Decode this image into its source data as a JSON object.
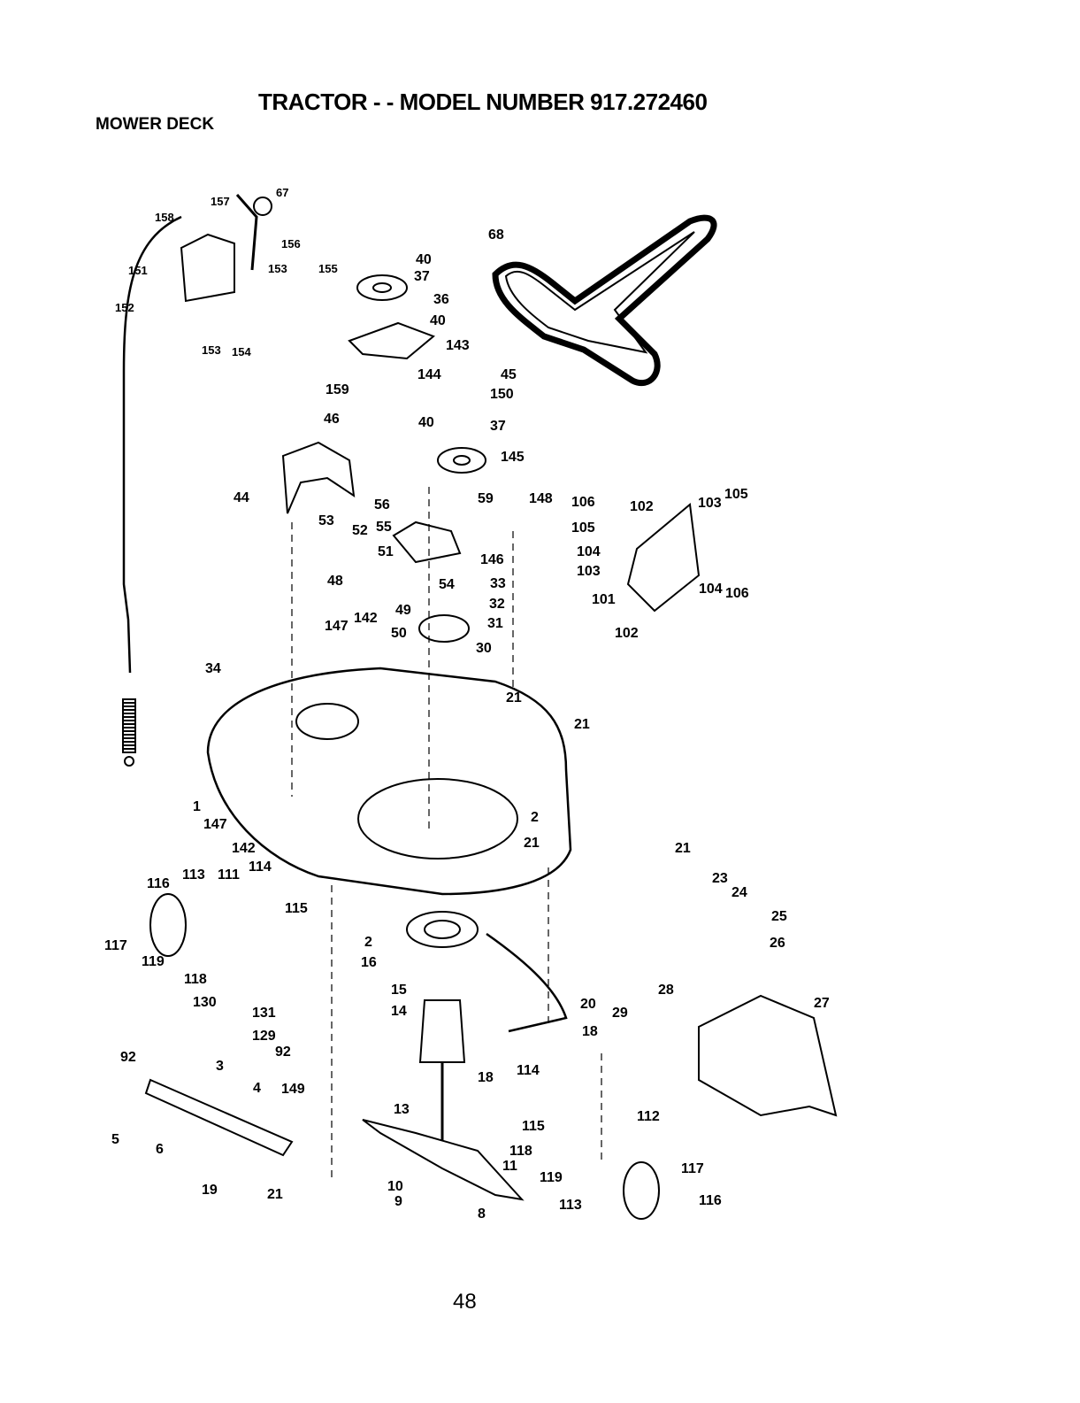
{
  "header": {
    "title": "TRACTOR - - MODEL NUMBER 917.272460",
    "section": "MOWER DECK"
  },
  "footer": {
    "page_number": "48"
  },
  "callouts": [
    {
      "id": "c67",
      "label": "67"
    },
    {
      "id": "c157",
      "label": "157"
    },
    {
      "id": "c158",
      "label": "158"
    },
    {
      "id": "c156",
      "label": "156"
    },
    {
      "id": "c151",
      "label": "151"
    },
    {
      "id": "c153a",
      "label": "153"
    },
    {
      "id": "c155",
      "label": "155"
    },
    {
      "id": "c152",
      "label": "152"
    },
    {
      "id": "c153b",
      "label": "153"
    },
    {
      "id": "c154",
      "label": "154"
    },
    {
      "id": "c40a",
      "label": "40"
    },
    {
      "id": "c37a",
      "label": "37"
    },
    {
      "id": "c36",
      "label": "36"
    },
    {
      "id": "c40b",
      "label": "40"
    },
    {
      "id": "c143",
      "label": "143"
    },
    {
      "id": "c144",
      "label": "144"
    },
    {
      "id": "c159",
      "label": "159"
    },
    {
      "id": "c45",
      "label": "45"
    },
    {
      "id": "c150",
      "label": "150"
    },
    {
      "id": "c40c",
      "label": "40"
    },
    {
      "id": "c37b",
      "label": "37"
    },
    {
      "id": "c145",
      "label": "145"
    },
    {
      "id": "c68",
      "label": "68"
    },
    {
      "id": "c46",
      "label": "46"
    },
    {
      "id": "c44",
      "label": "44"
    },
    {
      "id": "c56",
      "label": "56"
    },
    {
      "id": "c55",
      "label": "55"
    },
    {
      "id": "c59",
      "label": "59"
    },
    {
      "id": "c148",
      "label": "148"
    },
    {
      "id": "c53",
      "label": "53"
    },
    {
      "id": "c52",
      "label": "52"
    },
    {
      "id": "c51",
      "label": "51"
    },
    {
      "id": "c146",
      "label": "146"
    },
    {
      "id": "c48",
      "label": "48"
    },
    {
      "id": "c54",
      "label": "54"
    },
    {
      "id": "c33",
      "label": "33"
    },
    {
      "id": "c49",
      "label": "49"
    },
    {
      "id": "c32",
      "label": "32"
    },
    {
      "id": "c147a",
      "label": "147"
    },
    {
      "id": "c142a",
      "label": "142"
    },
    {
      "id": "c50",
      "label": "50"
    },
    {
      "id": "c31",
      "label": "31"
    },
    {
      "id": "c30",
      "label": "30"
    },
    {
      "id": "c34",
      "label": "34"
    },
    {
      "id": "c21a",
      "label": "21"
    },
    {
      "id": "c21b",
      "label": "21"
    },
    {
      "id": "c106a",
      "label": "106"
    },
    {
      "id": "c102a",
      "label": "102"
    },
    {
      "id": "c103a",
      "label": "103"
    },
    {
      "id": "c105a",
      "label": "105"
    },
    {
      "id": "c105b",
      "label": "105"
    },
    {
      "id": "c104a",
      "label": "104"
    },
    {
      "id": "c103b",
      "label": "103"
    },
    {
      "id": "c104b",
      "label": "104"
    },
    {
      "id": "c106b",
      "label": "106"
    },
    {
      "id": "c101",
      "label": "101"
    },
    {
      "id": "c102b",
      "label": "102"
    },
    {
      "id": "c1",
      "label": "1"
    },
    {
      "id": "c147b",
      "label": "147"
    },
    {
      "id": "c2a",
      "label": "2"
    },
    {
      "id": "c21c",
      "label": "21"
    },
    {
      "id": "c142b",
      "label": "142"
    },
    {
      "id": "c21d",
      "label": "21"
    },
    {
      "id": "c23",
      "label": "23"
    },
    {
      "id": "c24",
      "label": "24"
    },
    {
      "id": "c25",
      "label": "25"
    },
    {
      "id": "c26",
      "label": "26"
    },
    {
      "id": "c116a",
      "label": "116"
    },
    {
      "id": "c113a",
      "label": "113"
    },
    {
      "id": "c111",
      "label": "111"
    },
    {
      "id": "c114a",
      "label": "114"
    },
    {
      "id": "c115a",
      "label": "115"
    },
    {
      "id": "c2b",
      "label": "2"
    },
    {
      "id": "c117a",
      "label": "117"
    },
    {
      "id": "c119a",
      "label": "119"
    },
    {
      "id": "c16",
      "label": "16"
    },
    {
      "id": "c118a",
      "label": "118"
    },
    {
      "id": "c15",
      "label": "15"
    },
    {
      "id": "c28",
      "label": "28"
    },
    {
      "id": "c27",
      "label": "27"
    },
    {
      "id": "c130",
      "label": "130"
    },
    {
      "id": "c131",
      "label": "131"
    },
    {
      "id": "c14",
      "label": "14"
    },
    {
      "id": "c20",
      "label": "20"
    },
    {
      "id": "c29",
      "label": "29"
    },
    {
      "id": "c129",
      "label": "129"
    },
    {
      "id": "c18a",
      "label": "18"
    },
    {
      "id": "c92a",
      "label": "92"
    },
    {
      "id": "c92b",
      "label": "92"
    },
    {
      "id": "c3",
      "label": "3"
    },
    {
      "id": "c18b",
      "label": "18"
    },
    {
      "id": "c114b",
      "label": "114"
    },
    {
      "id": "c4",
      "label": "4"
    },
    {
      "id": "c149",
      "label": "149"
    },
    {
      "id": "c13",
      "label": "13"
    },
    {
      "id": "c112",
      "label": "112"
    },
    {
      "id": "c5",
      "label": "5"
    },
    {
      "id": "c6",
      "label": "6"
    },
    {
      "id": "c115b",
      "label": "115"
    },
    {
      "id": "c118b",
      "label": "118"
    },
    {
      "id": "c11",
      "label": "11"
    },
    {
      "id": "c117b",
      "label": "117"
    },
    {
      "id": "c119b",
      "label": "119"
    },
    {
      "id": "c19",
      "label": "19"
    },
    {
      "id": "c21e",
      "label": "21"
    },
    {
      "id": "c10",
      "label": "10"
    },
    {
      "id": "c9",
      "label": "9"
    },
    {
      "id": "c8",
      "label": "8"
    },
    {
      "id": "c113b",
      "label": "113"
    },
    {
      "id": "c116b",
      "label": "116"
    }
  ]
}
